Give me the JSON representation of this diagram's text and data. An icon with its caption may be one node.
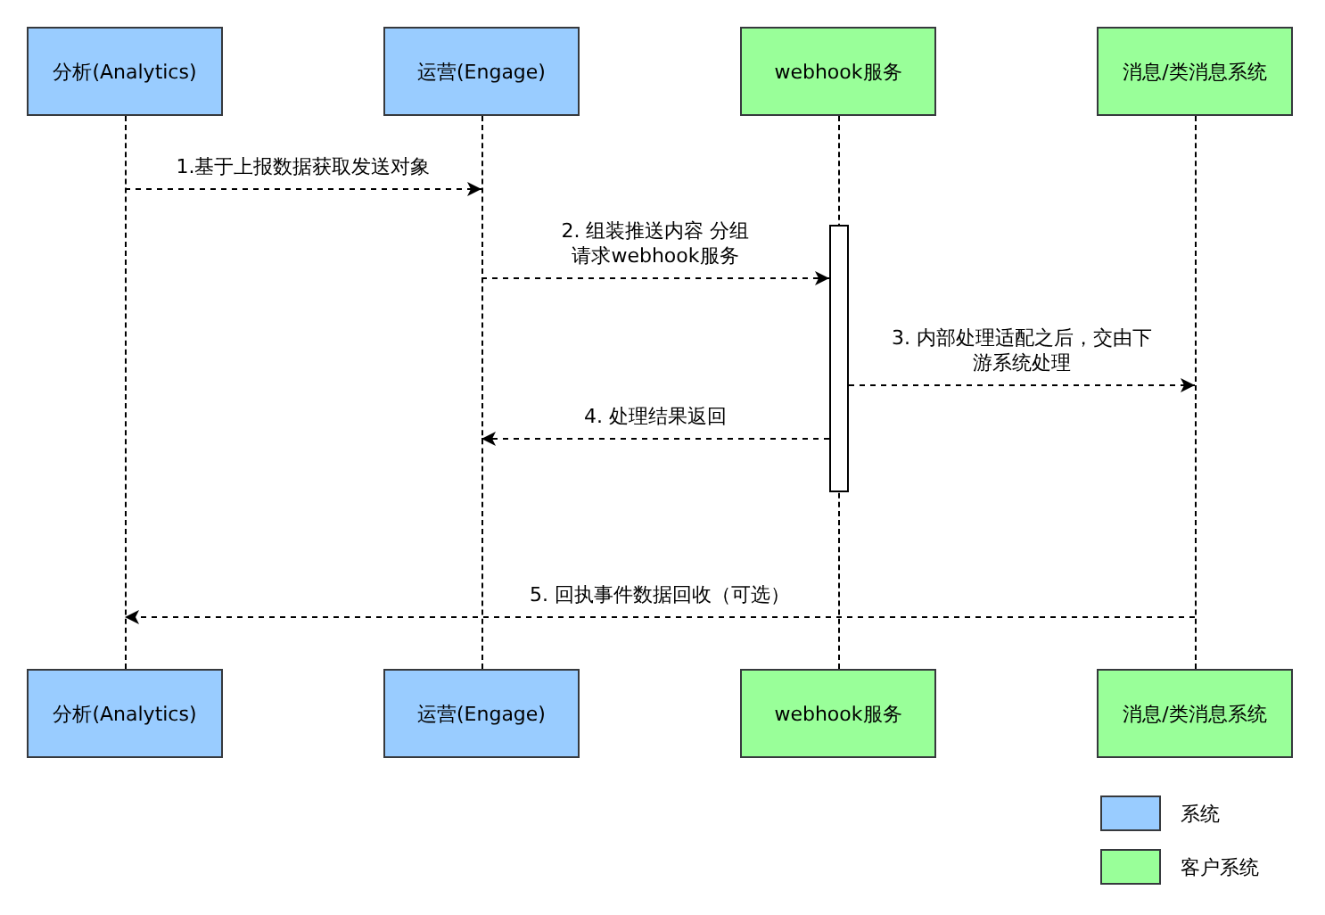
{
  "diagram": {
    "nodes": [
      {
        "text": [
          "分析(Analytics)"
        ]
      },
      {
        "text": [
          "运营(Engage)"
        ]
      },
      {
        "text": [
          "webhook服务"
        ]
      },
      {
        "text": [
          "消息/类消息系统"
        ]
      },
      {
        "text": [
          "分析(Analytics)"
        ]
      },
      {
        "text": [
          "运营(Engage)"
        ]
      },
      {
        "text": [
          "webhook服务"
        ]
      },
      {
        "text": [
          "消息/类消息系统"
        ]
      },
      {
        "text": [],
        "shape": "line"
      },
      {
        "text": [],
        "shape": "line"
      },
      {
        "text": [],
        "shape": "line"
      },
      {
        "text": [],
        "shape": "line"
      },
      {
        "text": [],
        "shape": "bar"
      }
    ],
    "edges": [
      {
        "from": 8,
        "to": 9,
        "arrow": "to",
        "style": "dashed",
        "label": "1.基于上报数据获取发送对象"
      },
      {
        "from": 9,
        "to": 12,
        "arrow": "to",
        "style": "dashed",
        "label": "2. 组装推送内容 分组请求webhook服务"
      },
      {
        "from": 12,
        "to": 11,
        "arrow": "to",
        "style": "dashed",
        "label": "3. 内部处理适配之后，交由下游系统处理"
      },
      {
        "from": 12,
        "to": 9,
        "arrow": "to",
        "style": "dashed",
        "label": "4. 处理结果返回"
      },
      {
        "from": 11,
        "to": 8,
        "arrow": "to",
        "style": "dashed",
        "label": "5. 回执事件数据回收（可选）"
      }
    ],
    "legend": [
      {
        "text": "系统",
        "color": "#99ccff"
      },
      {
        "text": "客户系统",
        "color": "#99ff99"
      }
    ]
  }
}
